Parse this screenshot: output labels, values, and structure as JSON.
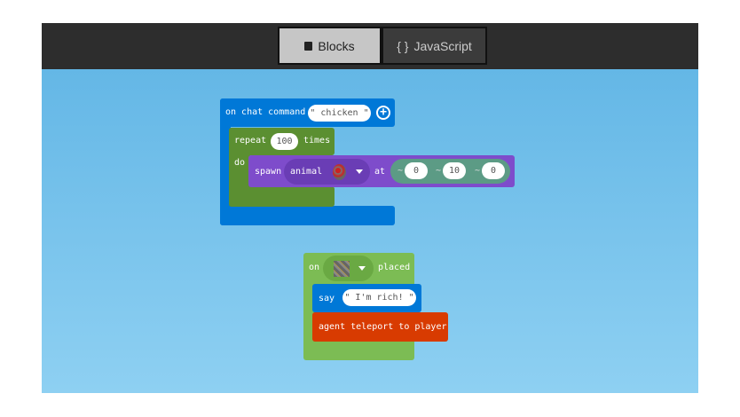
{
  "tabs": {
    "blocks": "Blocks",
    "javascript": "JavaScript",
    "js_icon": "{ }"
  },
  "block1": {
    "event": "on chat command",
    "command": "\" chicken \"",
    "repeat": "repeat",
    "count": "100",
    "times": "times",
    "do": "do",
    "spawn": "spawn",
    "animal": "animal",
    "at": "at",
    "tilde": "~",
    "x": "0",
    "y": "10",
    "z": "0"
  },
  "block2": {
    "on": "on",
    "placed": "placed",
    "say": "say",
    "message": "\" I'm rich! \"",
    "agent": "agent teleport to player"
  },
  "colors": {
    "loops": "#5b8f31",
    "player": "#0078d7",
    "mobs": "#7e4ccb",
    "blocks_event": "#7cbc54",
    "agent": "#d83b01"
  }
}
